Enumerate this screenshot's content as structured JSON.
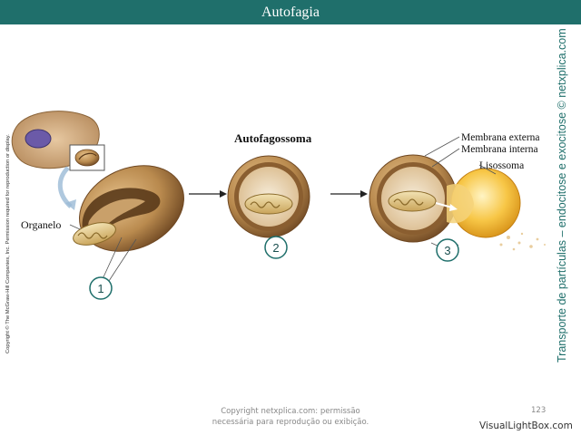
{
  "title": "Autofagia",
  "labels": {
    "organelo": "Organelo",
    "autofagossoma": "Autofagossoma",
    "membrana_externa": "Membrana externa",
    "membrana_interna": "Membrana interna",
    "lisossoma": "Lisossoma"
  },
  "steps": [
    "1",
    "2",
    "3"
  ],
  "side_right": "Transporte de partículas – endocitose e exocitose © netxplica.com",
  "side_left": "Copyright © The McGraw-Hill Companies, Inc. Permission required for reproduction or display.",
  "footer_line1": "Copyright netxplica.com: permissão",
  "footer_line2": "necessária para reprodução ou exibição.",
  "page_number": "123",
  "watermark": "VisualLightBox.com",
  "colors": {
    "titlebar": "#1f6f6b",
    "membrane": "#b98a4e",
    "lysosome": "#f2b52e",
    "step_circle": "#1f6f6b"
  }
}
